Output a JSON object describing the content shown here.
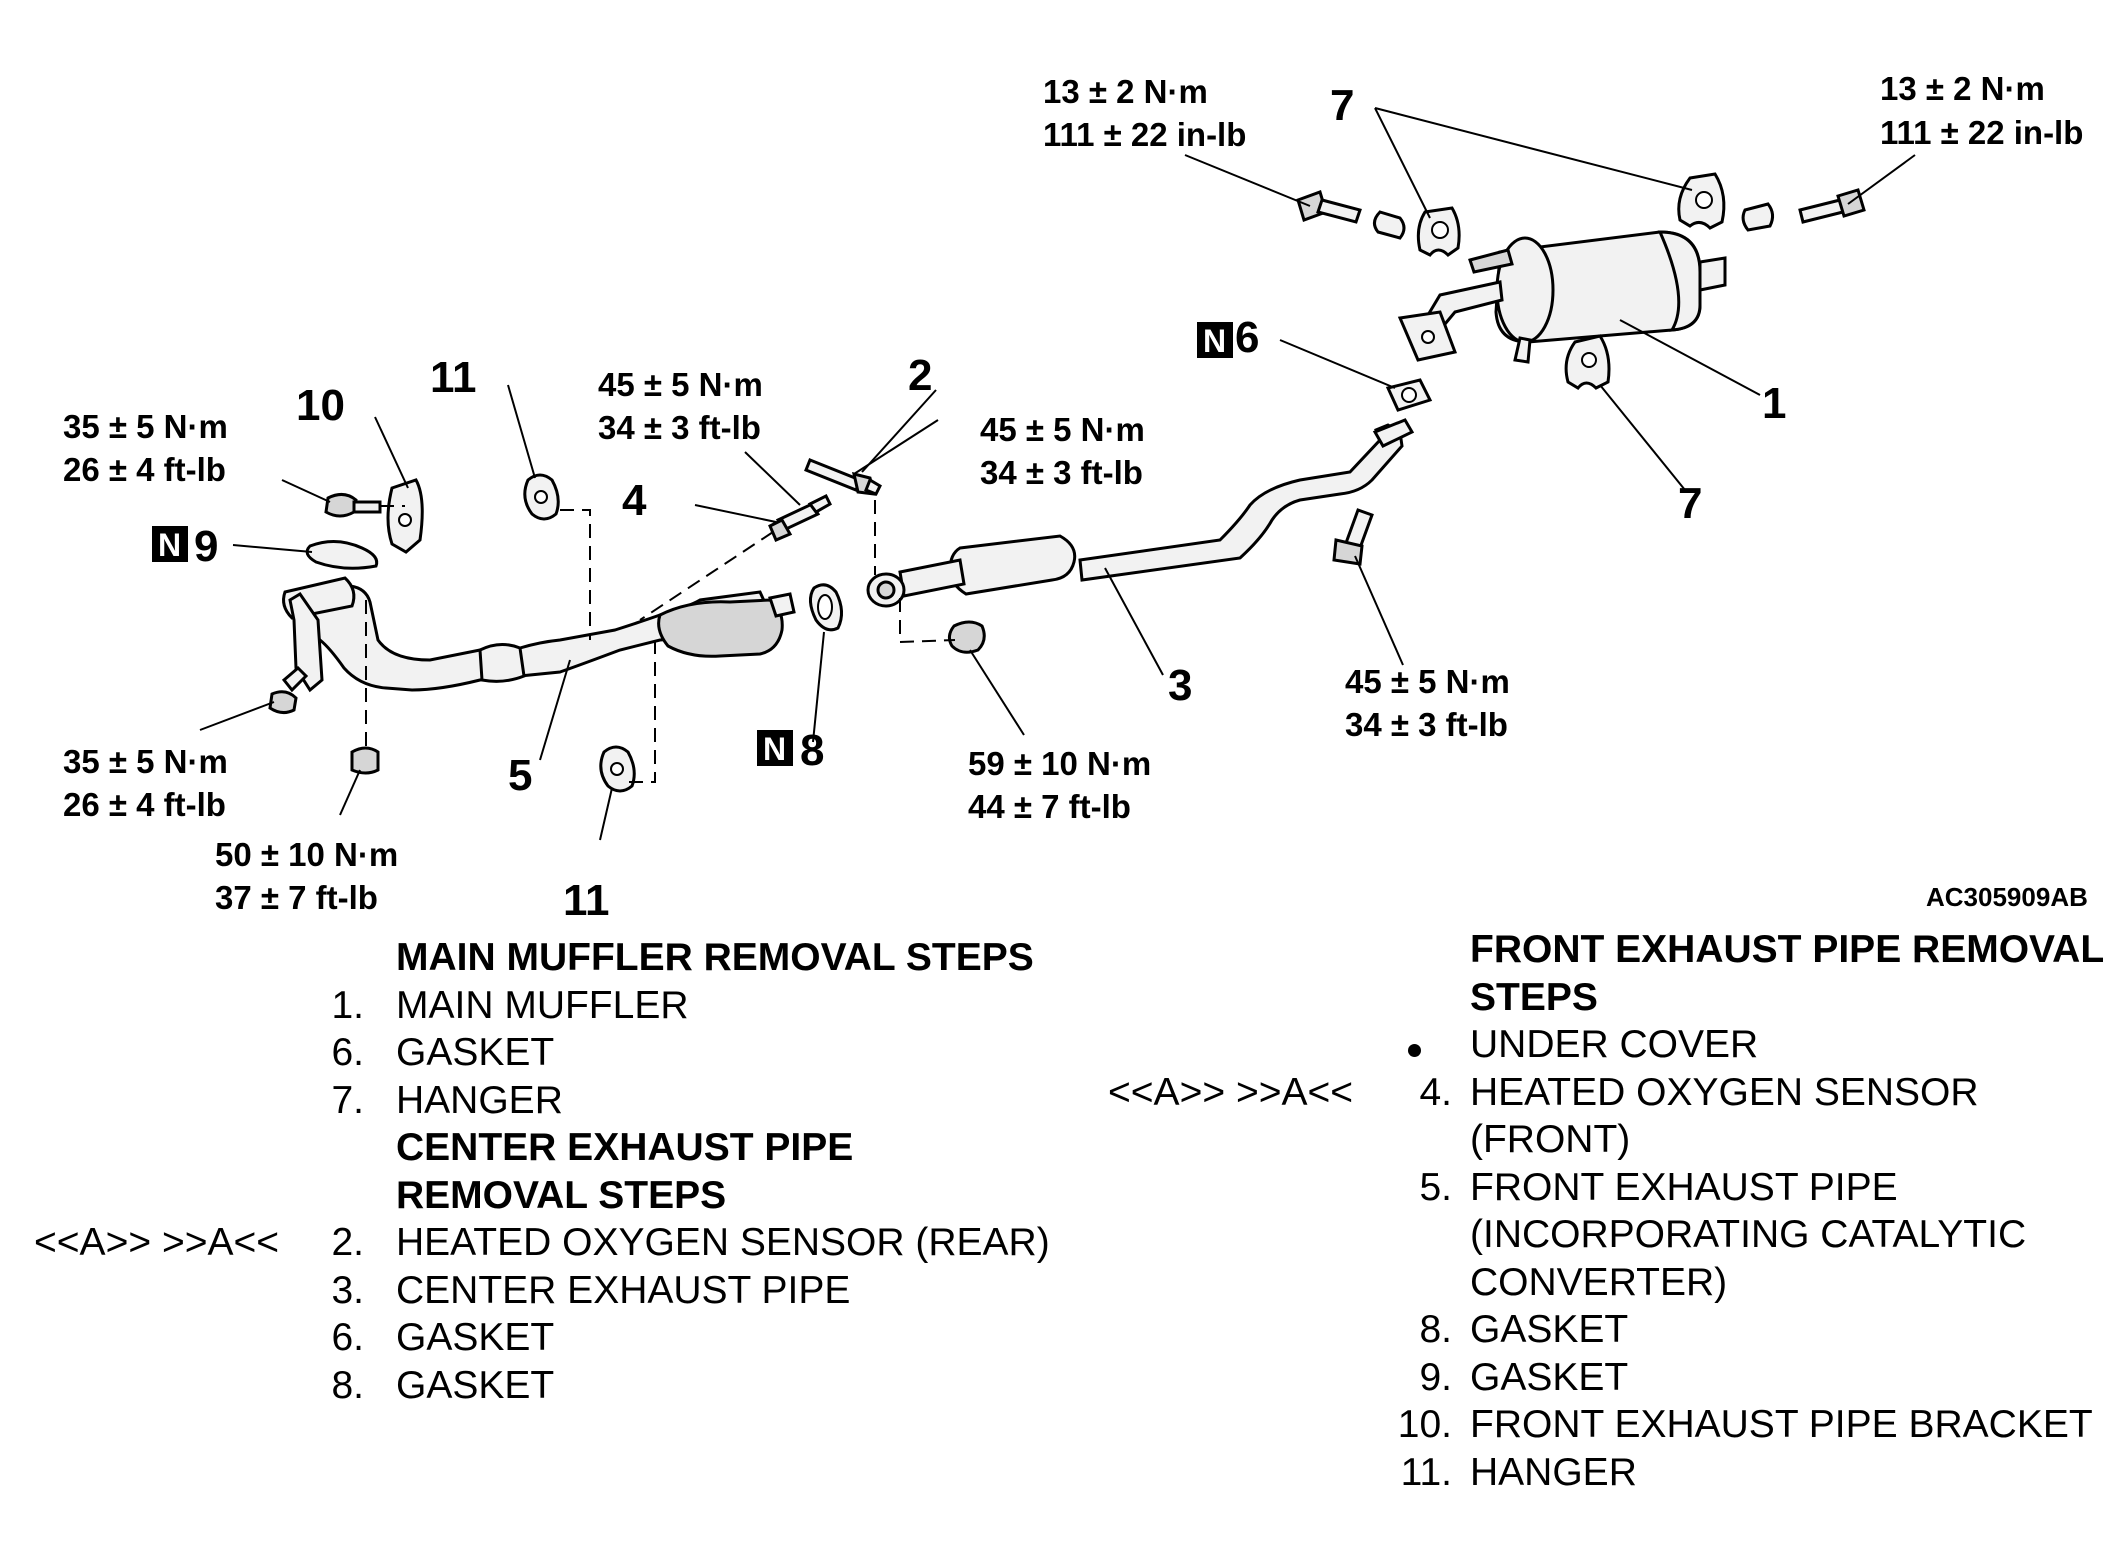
{
  "diagram": {
    "figure_code": "AC305909AB",
    "n_marker_letter": "N",
    "callouts": {
      "c1": "1",
      "c2": "2",
      "c3": "3",
      "c4": "4",
      "c5": "5",
      "c6": "6",
      "c7a": "7",
      "c7b": "7",
      "c8": "8",
      "c9": "9",
      "c10": "10",
      "c11a": "11",
      "c11b": "11"
    },
    "torques": {
      "t_hanger_left": [
        "13 ± 2 N·m",
        "111 ± 22 in-lb"
      ],
      "t_hanger_right": [
        "13 ± 2 N·m",
        "111 ± 22 in-lb"
      ],
      "t_bracket_top": [
        "35 ± 5 N·m",
        "26 ± 4 ft-lb"
      ],
      "t_bracket_bottom": [
        "35 ± 5 N·m",
        "26 ± 4 ft-lb"
      ],
      "t_nut_bottom": [
        "50 ± 10 N·m",
        "37 ± 7 ft-lb"
      ],
      "t_sensor_front": [
        "45 ± 5 N·m",
        "34 ± 3 ft-lb"
      ],
      "t_sensor_rear": [
        "45 ± 5 N·m",
        "34 ± 3 ft-lb"
      ],
      "t_center_nut": [
        "59 ± 10 N·m",
        "44 ± 7 ft-lb"
      ],
      "t_muffler_bolt": [
        "45 ± 5 N·m",
        "34 ± 3 ft-lb"
      ]
    }
  },
  "left_list": {
    "rows": [
      {
        "ref": "",
        "idx": "",
        "text": "MAIN MUFFLER REMOVAL STEPS",
        "header": true
      },
      {
        "ref": "",
        "idx": "1.",
        "text": "MAIN MUFFLER",
        "header": false
      },
      {
        "ref": "",
        "idx": "6.",
        "text": "GASKET",
        "header": false
      },
      {
        "ref": "",
        "idx": "7.",
        "text": "HANGER",
        "header": false
      },
      {
        "ref": "",
        "idx": "",
        "text": "CENTER EXHAUST PIPE",
        "header": true
      },
      {
        "ref": "",
        "idx": "",
        "text": "REMOVAL STEPS",
        "header": true
      },
      {
        "ref": "<<A>>   >>A<<",
        "idx": "2.",
        "text": "HEATED OXYGEN SENSOR (REAR)",
        "header": false
      },
      {
        "ref": "",
        "idx": "3.",
        "text": "CENTER EXHAUST PIPE",
        "header": false
      },
      {
        "ref": "",
        "idx": "6.",
        "text": "GASKET",
        "header": false
      },
      {
        "ref": "",
        "idx": "8.",
        "text": "GASKET",
        "header": false
      }
    ]
  },
  "right_list": {
    "rows": [
      {
        "ref": "",
        "idx": "",
        "text": "FRONT EXHAUST PIPE REMOVAL",
        "header": true
      },
      {
        "ref": "",
        "idx": "",
        "text": "STEPS",
        "header": true
      },
      {
        "ref": "",
        "idx": "•",
        "text": "UNDER COVER",
        "header": false
      },
      {
        "ref": "<<A>>   >>A<<",
        "idx": "4.",
        "text": "HEATED OXYGEN SENSOR",
        "header": false
      },
      {
        "ref": "",
        "idx": "",
        "text": "(FRONT)",
        "header": false
      },
      {
        "ref": "",
        "idx": "5.",
        "text": "FRONT EXHAUST PIPE",
        "header": false
      },
      {
        "ref": "",
        "idx": "",
        "text": "(INCORPORATING CATALYTIC",
        "header": false
      },
      {
        "ref": "",
        "idx": "",
        "text": "CONVERTER)",
        "header": false
      },
      {
        "ref": "",
        "idx": "8.",
        "text": "GASKET",
        "header": false
      },
      {
        "ref": "",
        "idx": "9.",
        "text": "GASKET",
        "header": false
      },
      {
        "ref": "",
        "idx": "10.",
        "text": "FRONT EXHAUST PIPE BRACKET",
        "header": false
      },
      {
        "ref": "",
        "idx": "11.",
        "text": "HANGER",
        "header": false
      }
    ]
  }
}
